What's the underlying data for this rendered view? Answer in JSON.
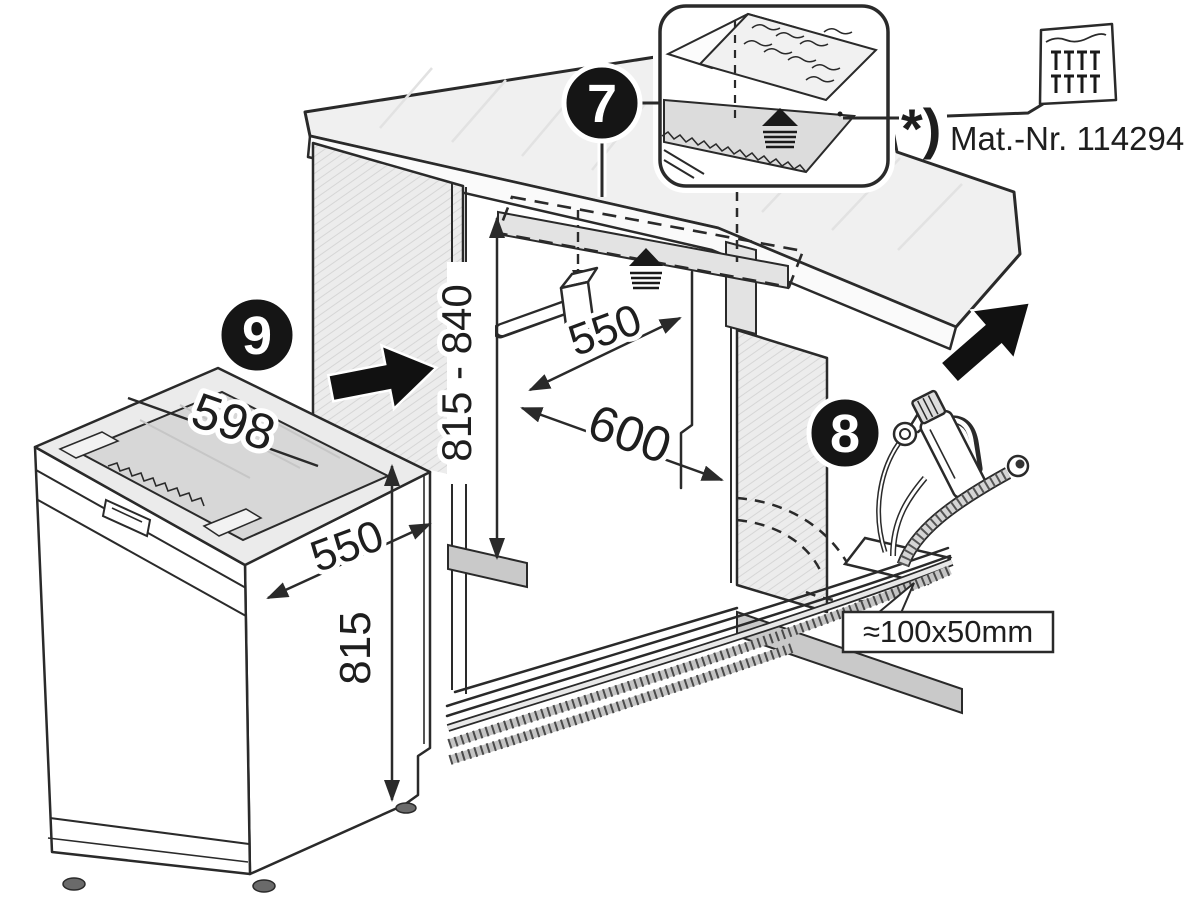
{
  "figure": {
    "callouts": {
      "step7": "7",
      "step8": "8",
      "step9": "9"
    },
    "inset": {
      "ref_mark": "*)",
      "material_number": "Mat.-Nr. 114294"
    },
    "niche_dimensions": {
      "height_range": "815 - 840",
      "depth": "550",
      "width": "600"
    },
    "appliance_dimensions": {
      "top_width": "598",
      "depth": "550",
      "height": "815"
    },
    "cutout": {
      "size_label": "≈100x50mm"
    },
    "colors": {
      "ink": "#2a2a2a",
      "callout_bg": "#151515",
      "callout_text": "#ffffff",
      "worktop_gray": "#f0f0f0",
      "panel_gray": "#d7d7d7",
      "plinth_gray": "#c9c9c9"
    }
  }
}
